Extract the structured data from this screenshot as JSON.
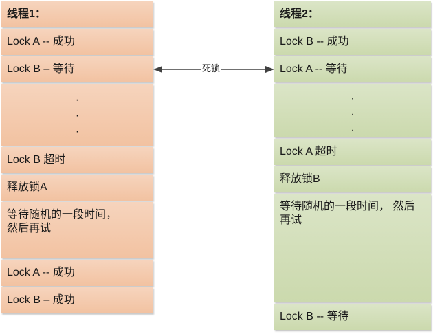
{
  "thread1": {
    "header": "线程1：",
    "rows": [
      "Lock A -- 成功",
      "Lock B – 等待",
      "Lock B 超时",
      "释放锁A",
      "等待随机的一段时间，\n然后再试",
      "Lock A -- 成功",
      "Lock B –  成功"
    ],
    "dots": "·\n·\n·"
  },
  "thread2": {
    "header": "线程2：",
    "rows": [
      "Lock B -- 成功",
      "Lock A -- 等待",
      "Lock A 超时",
      "释放锁B",
      "等待随机的一段时间， 然后再试",
      "Lock B -- 等待"
    ],
    "dots": "·\n·\n·"
  },
  "connector": {
    "label": "死锁",
    "color": "#404040"
  },
  "colors": {
    "thread1_fill": "#f4c9ab",
    "thread2_fill": "#d2ddb7"
  }
}
